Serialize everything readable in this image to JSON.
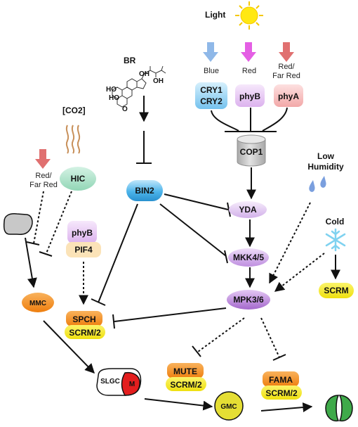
{
  "inputs": {
    "light": "Light",
    "br": "BR",
    "co2": "[CO2]",
    "low_humidity": [
      "Low",
      "Humidity"
    ],
    "cold": "Cold",
    "blue": "Blue",
    "red": "Red",
    "red_far_red_light": [
      "Red/",
      "Far Red"
    ],
    "red_far_red_co2": [
      "Red/",
      "Far Red"
    ]
  },
  "nodes": {
    "cry": [
      "CRY1",
      "CRY2"
    ],
    "phyb_top": "phyB",
    "phya": "phyA",
    "cop1": "COP1",
    "hic": "HIC",
    "bin2": "BIN2",
    "yda": "YDA",
    "phyb_left": "phyB",
    "pif4": "PIF4",
    "mkk": "MKK4/5",
    "mpk": "MPK3/6",
    "scrm_cold": "SCRM",
    "mmc": "MMC",
    "spch": [
      "SPCH",
      "SCRM/2"
    ],
    "mute": [
      "MUTE",
      "SCRM/2"
    ],
    "fama": [
      "FAMA",
      "SCRM/2"
    ],
    "slgc": "SLGC",
    "slgc_m": "M",
    "gmc": "GMC"
  },
  "colors": {
    "sun": "#ffe812",
    "blue_arrow": "#8fb8e8",
    "red_arrow_top": "#e45fe4",
    "red_far_red_arrow": "#e07070",
    "cry_fill": "#8fd2f2",
    "phyb_fill": "#e8c8f2",
    "phya_fill": "#f6c2c2",
    "cop1_fill": "#cfcfcf",
    "hic_fill": "#a8e0c8",
    "bin2_fill": "#4cb4ea",
    "yda_fill": "#e0c4ee",
    "mkk_fill": "#cfa6e6",
    "mpk_fill": "#b67ad6",
    "pif4_fill": "#fbe3b8",
    "orange": "#f28e1e",
    "yellow": "#f5ea1a",
    "gmc_fill": "#e5de34",
    "slgc_red": "#e31e1e",
    "guard_cell": "#3faa4a",
    "snow": "#7fd2f0",
    "drop": "#7a9fde",
    "grey_cell": "#c8c8c8"
  }
}
